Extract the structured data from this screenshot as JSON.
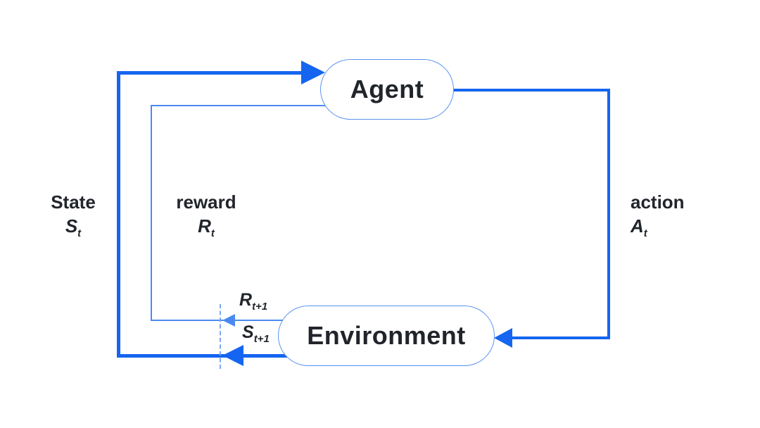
{
  "colors": {
    "primary_blue": "#1565f0",
    "thin_blue": "#4a8af0",
    "node_border_blue": "#5b93f1",
    "dashed_blue": "#7aa6f3",
    "text_dark": "#21252b"
  },
  "nodes": {
    "agent": {
      "label": "Agent"
    },
    "environment": {
      "label": "Environment"
    }
  },
  "labels": {
    "state": {
      "word": "State",
      "symbol": "S",
      "subscript": "t"
    },
    "reward": {
      "word": "reward",
      "symbol": "R",
      "subscript": "t"
    },
    "action": {
      "word": "action",
      "symbol": "A",
      "subscript": "t"
    },
    "reward_next": {
      "symbol": "R",
      "subscript": "t+1"
    },
    "state_next": {
      "symbol": "S",
      "subscript": "t+1"
    }
  }
}
